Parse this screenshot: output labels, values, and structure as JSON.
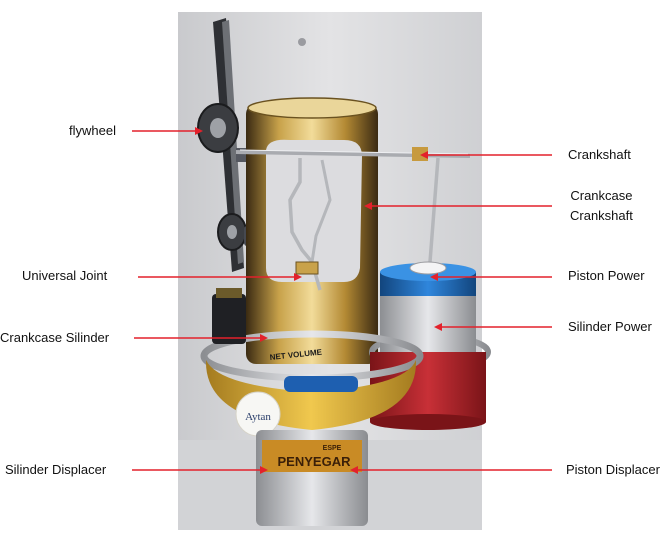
{
  "labels": {
    "flywheel": "flywheel",
    "universal_joint": "Universal Joint",
    "crankcase_silinder": "Crankcase Silinder",
    "silinder_displacer": "Silinder Displacer",
    "crankshaft": "Crankshaft",
    "crankcase_crankshaft_line1": "Crankcase",
    "crankcase_crankshaft_line2": "Crankshaft",
    "piston_power": "Piston Power",
    "silinder_power": "Silinder Power",
    "piston_displacer": "Piston Displacer"
  },
  "can_texts": {
    "net_volume": "NET VOLUME",
    "penyegar": "PENYEGAR",
    "brand": "Aytan",
    "espe": "ESPE"
  },
  "colors": {
    "arrow": "#e3212b",
    "wall": "#d9d9dc",
    "can_gold": "#c8a24a",
    "power_blue": "#1f6fc4",
    "power_red": "#b8242a",
    "ring_yellow": "#e0b53a"
  }
}
